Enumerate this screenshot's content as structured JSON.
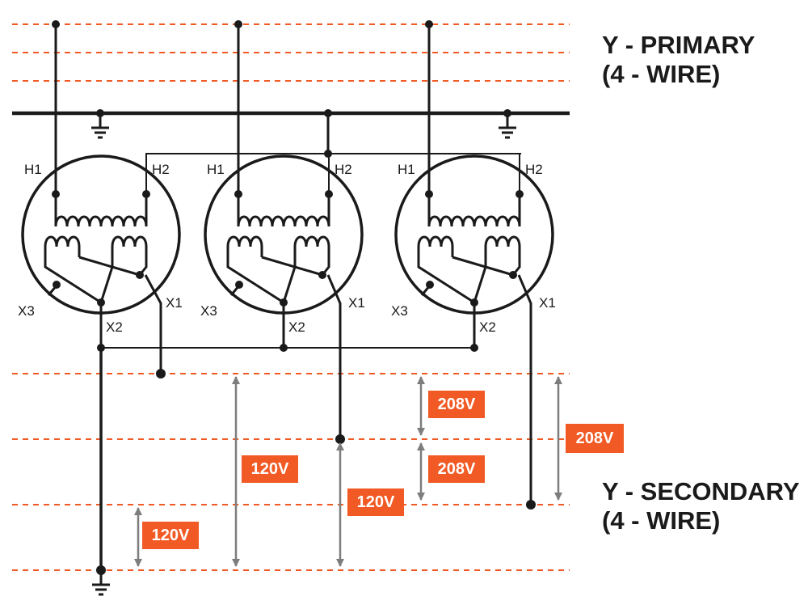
{
  "primary": {
    "line1": "Y - PRIMARY",
    "line2": "(4 - WIRE)"
  },
  "secondary": {
    "line1": "Y - SECONDARY",
    "line2": "(4 - WIRE)"
  },
  "transformers": [
    {
      "h1": "H1",
      "h2": "H2",
      "x1": "X1",
      "x2": "X2",
      "x3": "X3"
    },
    {
      "h1": "H1",
      "h2": "H2",
      "x1": "X1",
      "x2": "X2",
      "x3": "X3"
    },
    {
      "h1": "H1",
      "h2": "H2",
      "x1": "X1",
      "x2": "X2",
      "x3": "X3"
    }
  ],
  "voltages": [
    {
      "label": "120V"
    },
    {
      "label": "120V"
    },
    {
      "label": "120V"
    },
    {
      "label": "208V"
    },
    {
      "label": "208V"
    },
    {
      "label": "208V"
    }
  ],
  "colors": {
    "accent": "#f15a24",
    "wire": "#1a1a1a",
    "arrow": "#7d7d7d"
  }
}
